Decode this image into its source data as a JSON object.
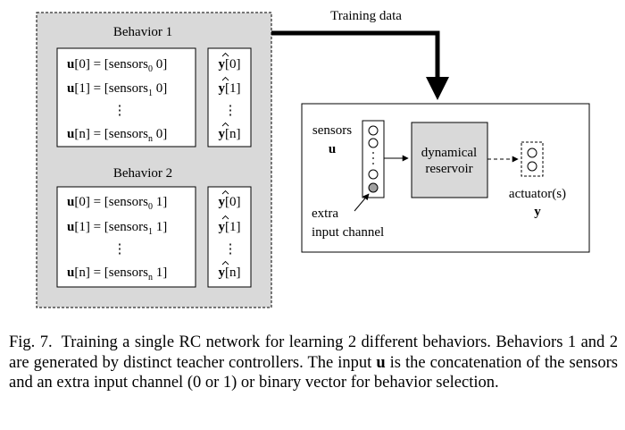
{
  "behaviors": [
    {
      "title": "Behavior 1",
      "inputs": [
        {
          "lhs": "u",
          "idx": "0",
          "sub": "0",
          "val": "0"
        },
        {
          "lhs": "u",
          "idx": "1",
          "sub": "1",
          "val": "0"
        },
        {
          "lhs": "u",
          "idx": "n",
          "sub": "n",
          "val": "0"
        }
      ],
      "outputs": [
        "0",
        "1",
        "n"
      ]
    },
    {
      "title": "Behavior 2",
      "inputs": [
        {
          "lhs": "u",
          "idx": "0",
          "sub": "0",
          "val": "1"
        },
        {
          "lhs": "u",
          "idx": "1",
          "sub": "1",
          "val": "1"
        },
        {
          "lhs": "u",
          "idx": "n",
          "sub": "n",
          "val": "1"
        }
      ],
      "outputs": [
        "0",
        "1",
        "n"
      ]
    }
  ],
  "sensors_word": "sensors",
  "output_symbol": "y",
  "vdots": "⋮",
  "training_label": "Training data",
  "network": {
    "sensors_label": "sensors",
    "sensors_symbol": "u",
    "extra_line1": "extra",
    "extra_line2": "input channel",
    "reservoir_line1": "dynamical",
    "reservoir_line2": "reservoir",
    "actuator_label": "actuator(s)",
    "actuator_symbol": "y"
  },
  "caption": {
    "number": "Fig. 7.",
    "part1": "Training a single RC network for learning 2 different behaviors. Behaviors 1 and 2 are generated by distinct teacher controllers. The input ",
    "bold": "u",
    "part2": " is the concatenation of the sensors and an extra input channel (0 or 1) or binary vector for behavior selection."
  },
  "colors": {
    "panel_fill": "#d9d9d9",
    "reservoir_fill": "#d9d9d9",
    "extra_node_fill": "#a0a0a0",
    "stroke": "#000000"
  }
}
